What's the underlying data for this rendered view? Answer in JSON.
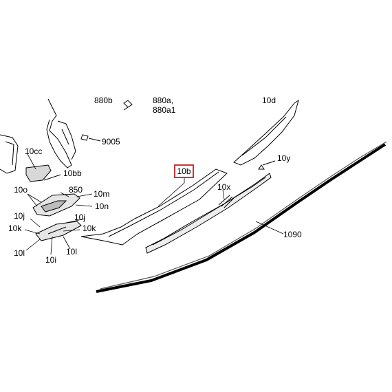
{
  "diagram": {
    "highlight_color": "#d0343c",
    "highlighted_part": "10b",
    "labels": {
      "p880b": "880b",
      "p880a": "880a,",
      "p880a1": "880a1",
      "p10d": "10d",
      "p9005": "9005",
      "p10cc": "10cc",
      "p10bb": "10bb",
      "p10o": "10o",
      "p850": "850",
      "p10m": "10m",
      "p10n": "10n",
      "p10j_left": "10j",
      "p10j_right": "10j",
      "p10k_left": "10k",
      "p10k_right": "10k",
      "p10i": "10i",
      "p10l_left": "10l",
      "p10l_right": "10l",
      "p10y": "10y",
      "p10x": "10x",
      "p1090": "1090"
    }
  }
}
